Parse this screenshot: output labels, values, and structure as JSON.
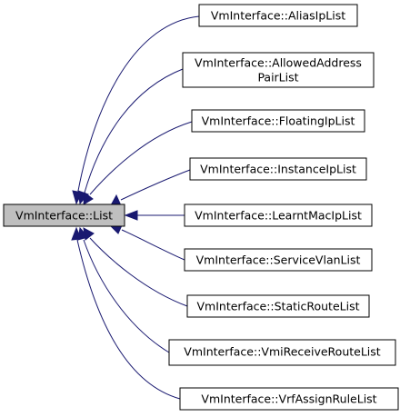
{
  "colors": {
    "base_fill": "#bfbfbf",
    "derived_fill": "#ffffff",
    "border": "#000000",
    "edge": "#191970"
  },
  "base_class": {
    "lines": [
      "VmInterface::List"
    ]
  },
  "derived_classes": [
    {
      "lines": [
        "VmInterface::AliasIpList"
      ]
    },
    {
      "lines": [
        "VmInterface::AllowedAddress",
        "PairList"
      ]
    },
    {
      "lines": [
        "VmInterface::FloatingIpList"
      ]
    },
    {
      "lines": [
        "VmInterface::InstanceIpList"
      ]
    },
    {
      "lines": [
        "VmInterface::LearntMacIpList"
      ]
    },
    {
      "lines": [
        "VmInterface::ServiceVlanList"
      ]
    },
    {
      "lines": [
        "VmInterface::StaticRouteList"
      ]
    },
    {
      "lines": [
        "VmInterface::VmiReceiveRouteList"
      ]
    },
    {
      "lines": [
        "VmInterface::VrfAssignRuleList"
      ]
    }
  ]
}
